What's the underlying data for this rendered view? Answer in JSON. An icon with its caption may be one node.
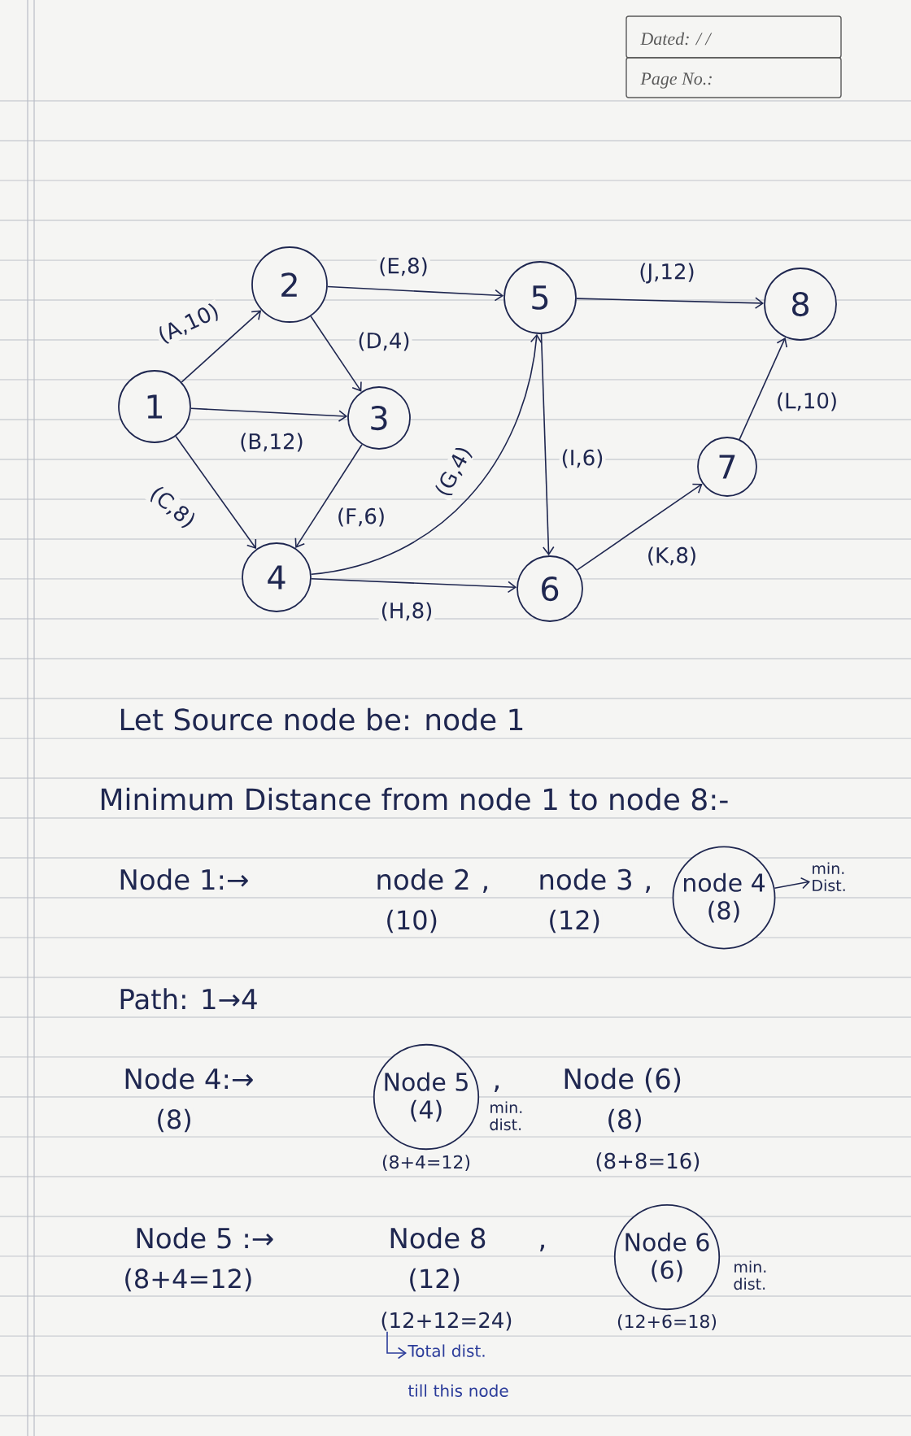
{
  "diagram": {
    "nodes": [
      {
        "text": [
          "1"
        ]
      },
      {
        "text": [
          "2"
        ]
      },
      {
        "text": [
          "3"
        ]
      },
      {
        "text": [
          "4"
        ]
      },
      {
        "text": [
          "5"
        ]
      },
      {
        "text": [
          "6"
        ]
      },
      {
        "text": [
          "7"
        ]
      },
      {
        "text": [
          "8"
        ]
      },
      {
        "text": [
          "node 4",
          "(8)"
        ]
      },
      {
        "text": [
          "min. Dist."
        ]
      },
      {
        "text": [
          "Node 5",
          "(4)"
        ],
        "beside": [
          "min. dist.",
          "(8+4=12)"
        ]
      },
      {
        "text": [
          "Node 6",
          "(6)"
        ],
        "beside": [
          "min. dist.",
          "(12+6=18)"
        ]
      },
      {
        "text": [
          "(12+12=24)"
        ]
      },
      {
        "text": [
          "Total dist. till this node"
        ]
      }
    ],
    "edges": [
      {
        "from": 0,
        "to": 1,
        "arrow": "to",
        "label": "(A,10)"
      },
      {
        "from": 0,
        "to": 2,
        "arrow": "to",
        "label": "(B,12)"
      },
      {
        "from": 0,
        "to": 3,
        "arrow": "to",
        "label": "(C,8)"
      },
      {
        "from": 1,
        "to": 2,
        "arrow": "to",
        "label": "(D,4)"
      },
      {
        "from": 1,
        "to": 4,
        "arrow": "to",
        "label": "(E,8)"
      },
      {
        "from": 2,
        "to": 3,
        "arrow": "to",
        "label": "(F,6)"
      },
      {
        "from": 3,
        "to": 4,
        "arrow": "to",
        "label": "(G,4)"
      },
      {
        "from": 3,
        "to": 5,
        "arrow": "to",
        "label": "(H,8)"
      },
      {
        "from": 4,
        "to": 5,
        "arrow": "to",
        "label": "(I,6)"
      },
      {
        "from": 4,
        "to": 7,
        "arrow": "to",
        "label": "(J,12)"
      },
      {
        "from": 5,
        "to": 6,
        "arrow": "to",
        "label": "(K,8)"
      },
      {
        "from": 6,
        "to": 7,
        "arrow": "to",
        "label": "(L,10)"
      },
      {
        "from": 8,
        "to": 9,
        "arrow": "to"
      },
      {
        "from": 12,
        "to": 13,
        "arrow": "to",
        "color": "#2b3c9a"
      }
    ],
    "labels": [
      "Dated: / /",
      "Page No.:",
      "Let Source node be: node 1",
      "Minimum Distance from node 1 to node 8:-",
      "Node 1:→",
      "node 2",
      "(10)",
      ",",
      "node 3",
      "(12)",
      ",",
      "Path: 1→4",
      "Node 4:→",
      "(8)",
      ",",
      "Node (6)",
      "(8)",
      "(8+8=16)",
      "Node 5 :→",
      "(8+4=12)",
      "Node 8",
      "(12)",
      ","
    ]
  }
}
